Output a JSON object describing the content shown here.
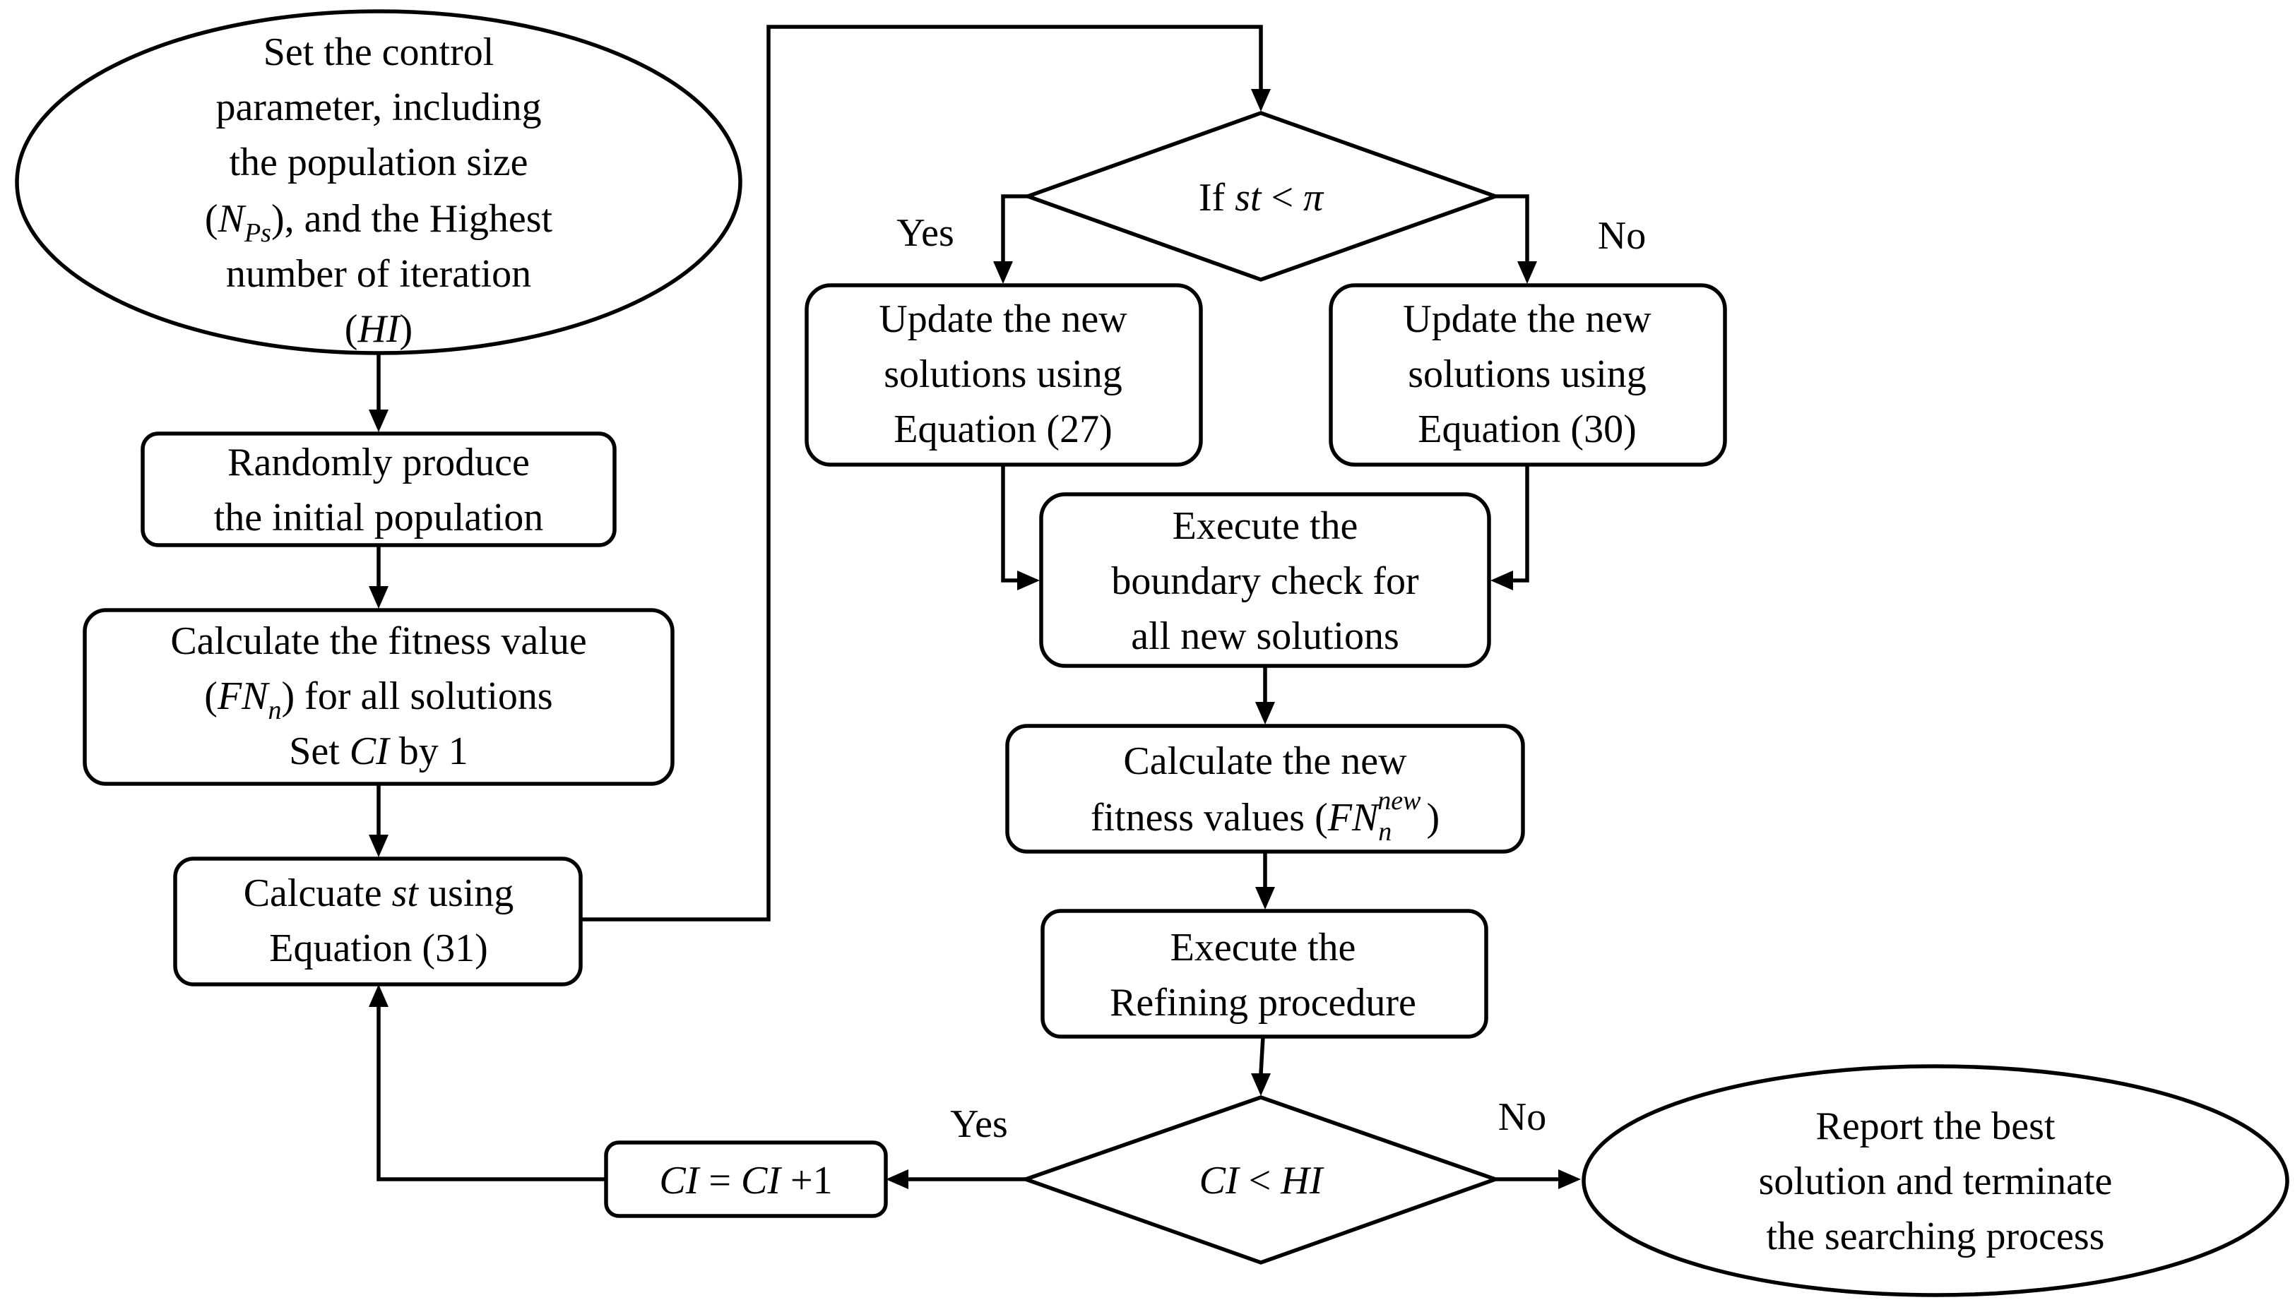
{
  "start": {
    "lines": [
      "Set the control",
      "parameter, including",
      "the population size"
    ],
    "np_prefix": "(",
    "np_var": "N",
    "np_sub": "Ps",
    "np_suffix": "), and the Highest",
    "line5": "number of iteration",
    "hi_open": "(",
    "hi_var": "HI",
    "hi_close": ")"
  },
  "init": {
    "lines": [
      "Randomly produce",
      "the initial population"
    ]
  },
  "fitness": {
    "line1": "Calculate the fitness value",
    "fn_open": "(",
    "fn_var": "FN",
    "fn_sub": "n",
    "fn_close": ")",
    "fn_rest": " for all solutions",
    "set_prefix": "Set ",
    "set_var": "CI",
    "set_suffix": " by 1"
  },
  "st_calc": {
    "prefix": "Calcuate ",
    "var": "st",
    "suffix": " using",
    "line2": "Equation (31)"
  },
  "decision1": {
    "prefix": "If ",
    "var": "st",
    "op": " < ",
    "pi": "π"
  },
  "yes_label": "Yes",
  "no_label": "No",
  "update_yes": {
    "lines": [
      "Update the new",
      "solutions using",
      "Equation (27)"
    ]
  },
  "update_no": {
    "lines": [
      "Update the new",
      "solutions using",
      "Equation (30)"
    ]
  },
  "boundary": {
    "lines": [
      "Execute the",
      "boundary check for",
      "all new solutions"
    ]
  },
  "new_fitness": {
    "line1": "Calculate the new",
    "prefix": "fitness values (",
    "var": "FN",
    "sub": "n",
    "sup": "new",
    "close": ")"
  },
  "refine": {
    "lines": [
      "Execute the",
      "Refining procedure"
    ]
  },
  "decision2": {
    "lhs": "CI",
    "op": " < ",
    "rhs": "HI"
  },
  "increment": {
    "lhs": "CI",
    "eq": " = ",
    "rhs": "CI",
    "plus": " +1"
  },
  "report": {
    "lines": [
      "Report the best",
      "solution and terminate",
      "the searching process"
    ]
  }
}
